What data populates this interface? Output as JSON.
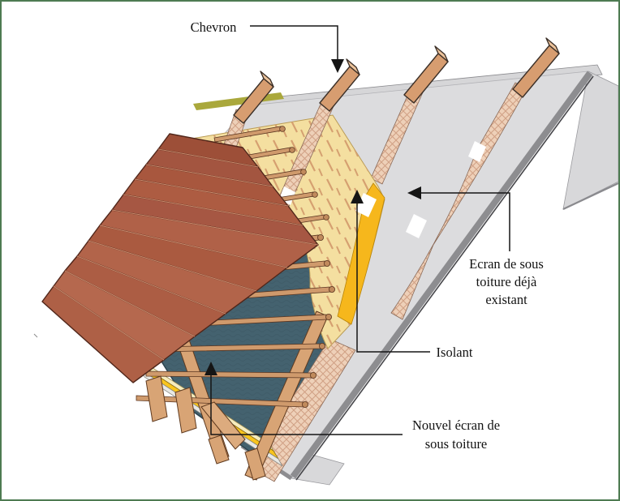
{
  "page": {
    "title": "Schéma toiture — écran de sous toiture et isolant"
  },
  "diagram": {
    "labels": {
      "chevron": "Chevron",
      "ecran_existant_line1": "Ecran de sous",
      "ecran_existant_line2": "toiture déjà",
      "ecran_existant_line3": "existant",
      "isolant": "Isolant",
      "nouvel_ecran_line1": "Nouvel écran de",
      "nouvel_ecran_line2": "sous toiture"
    },
    "colors": {
      "frame_border": "#4e7b52",
      "background": "#ffffff",
      "existing_screen_gray": "#dcdcde",
      "screen_edge_gray": "#8d8d90",
      "mesh_pink": "#eed0b8",
      "insulation_pale_yellow": "#f4dfa0",
      "insulation_edge_yellow": "#f6b71c",
      "new_screen_blue": "#44626f",
      "wood_beam": "#d79d70",
      "batten_wood": "#cf9a6c",
      "tile_terracotta": "#aa5a40",
      "label_text": "#131313"
    }
  }
}
